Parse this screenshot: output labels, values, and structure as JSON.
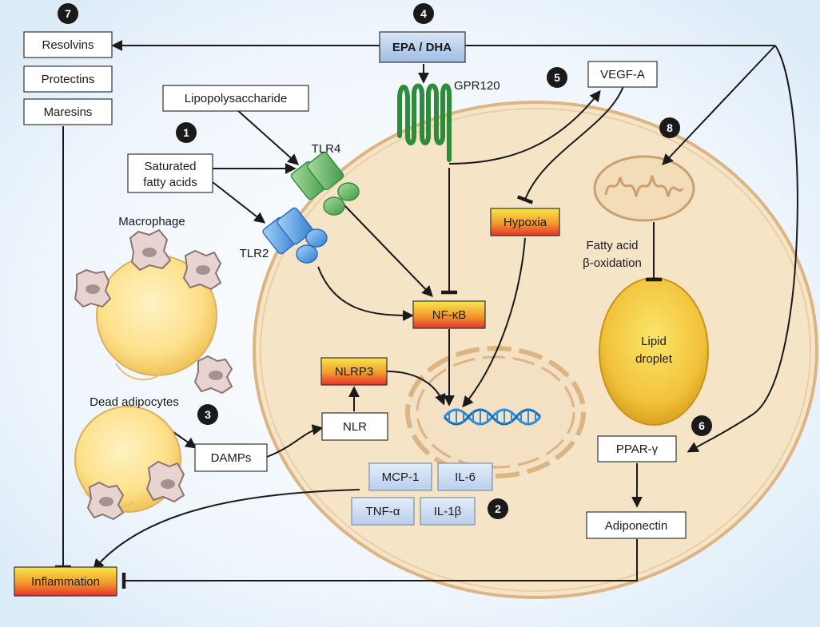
{
  "boxes": {
    "resolvins": "Resolvins",
    "protectins": "Protectins",
    "maresins": "Maresins",
    "lps": "Lipopolysaccharide",
    "sfa_line1": "Saturated",
    "sfa_line2": "fatty acids",
    "epa_dha": "EPA / DHA",
    "vegf": "VEGF-A",
    "hypoxia": "Hypoxia",
    "nfkb": "NF-κB",
    "nlrp3": "NLRP3",
    "nlr": "NLR",
    "damps": "DAMPs",
    "mcp1": "MCP-1",
    "il6": "IL-6",
    "tnfa": "TNF-α",
    "il1b": "IL-1β",
    "pparg": "PPAR-γ",
    "adiponectin": "Adiponectin",
    "inflammation": "Inflammation"
  },
  "labels": {
    "gpr120": "GPR120",
    "tlr4": "TLR4",
    "tlr2": "TLR2",
    "macrophage": "Macrophage",
    "dead_adipocytes": "Dead adipocytes",
    "fao_line1": "Fatty acid",
    "fao_line2": "β-oxidation",
    "lipid_line1": "Lipid",
    "lipid_line2": "droplet"
  },
  "badges": {
    "b1": "1",
    "b2": "2",
    "b3": "3",
    "b4": "4",
    "b5": "5",
    "b6": "6",
    "b7": "7",
    "b8": "8"
  },
  "colors": {
    "cell_fill": "#f6e4c6",
    "cell_stroke": "#d9b07d",
    "cytokine_fill": "#c8d9ef",
    "gradient_top": "#f6ea46",
    "gradient_bottom": "#e8332a",
    "tlr4": "#5aa85a",
    "tlr2": "#4a8fd6",
    "gpr120": "#2e8b3a",
    "dna": "#2a8fd8"
  }
}
